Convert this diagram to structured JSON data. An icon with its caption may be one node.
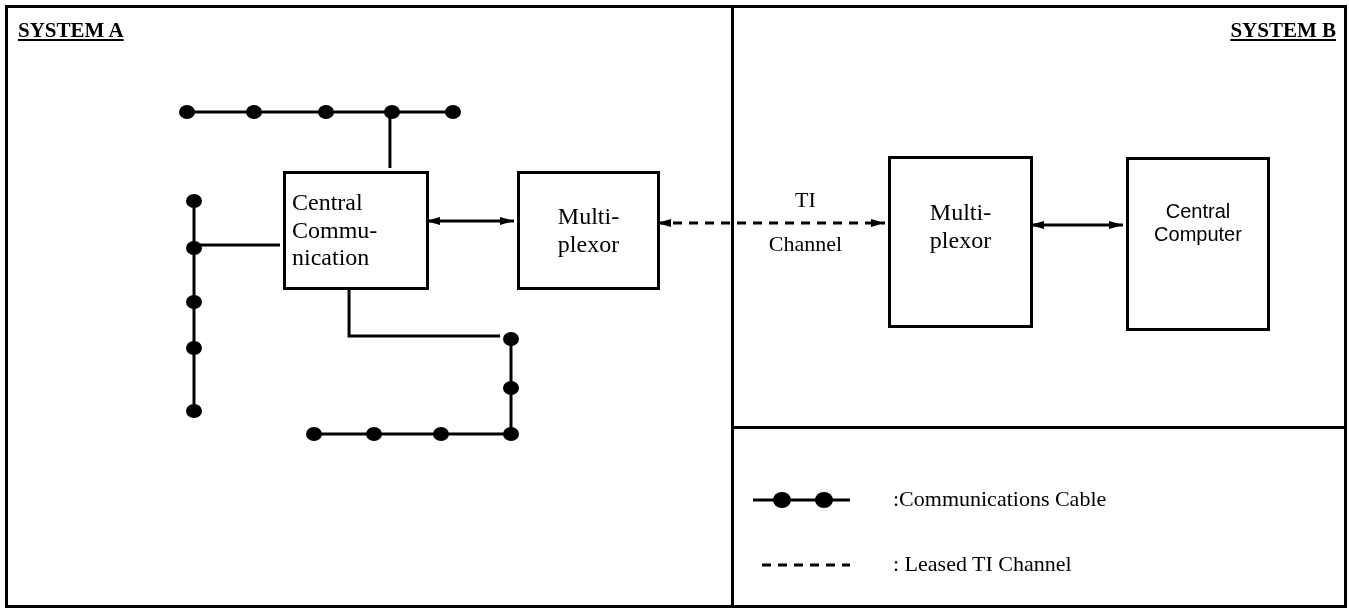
{
  "diagram": {
    "nodes": [
      {
        "text": [
          "SYSTEM A"
        ]
      },
      {
        "text": [
          "Central Commu- nication"
        ],
        "in": 0
      },
      {
        "text": [
          "Multi- plexor"
        ],
        "in": 0
      },
      {
        "text": [
          "SYSTEM B"
        ]
      },
      {
        "text": [
          "Multi- plexor"
        ],
        "in": 3
      },
      {
        "text": [
          "Central Computer"
        ],
        "in": 3
      },
      {
        "text": [],
        "shape": "bar",
        "in": 0
      },
      {
        "text": [],
        "shape": "bar",
        "in": 0
      },
      {
        "text": [],
        "shape": "bar",
        "in": 0
      }
    ],
    "edges": [
      {
        "from": 1,
        "to": 6,
        "arrow": "none"
      },
      {
        "from": 1,
        "to": 7,
        "arrow": "none"
      },
      {
        "from": 1,
        "to": 8,
        "arrow": "none"
      },
      {
        "from": 1,
        "to": 2,
        "arrow": "both"
      },
      {
        "from": 2,
        "to": 4,
        "arrow": "both",
        "style": "dashed",
        "label": "TI Channel"
      },
      {
        "from": 4,
        "to": 5,
        "arrow": "both"
      }
    ],
    "legend": [
      {
        "text": ":Communications Cable"
      },
      {
        "text": ": Leased TI Channel"
      }
    ]
  }
}
